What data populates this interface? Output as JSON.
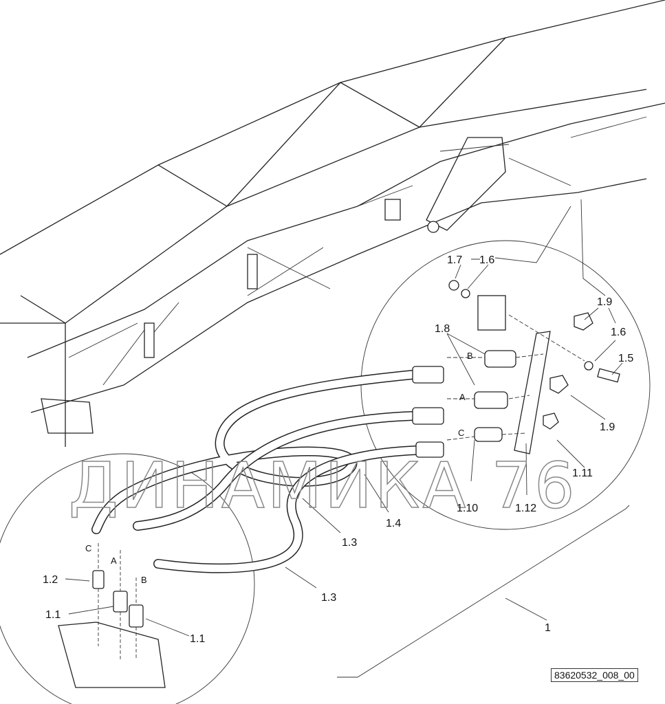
{
  "diagram": {
    "callouts": {
      "c1_7": "1.7",
      "c1_6a": "1.6",
      "c1_9a": "1.9",
      "c1_6b": "1.6",
      "c1_5": "1.5",
      "c1_8": "1.8",
      "c1_9b": "1.9",
      "c1_11": "1.11",
      "c1_10": "1.10",
      "c1_12": "1.12",
      "c1_4": "1.4",
      "c1_3a": "1.3",
      "c1_3b": "1.3",
      "c1": "1",
      "c1_2": "1.2",
      "c1_1a": "1.1",
      "c1_1b": "1.1"
    },
    "ports": {
      "upper_b": "B",
      "upper_a": "A",
      "upper_c": "C",
      "lower_c": "C",
      "lower_a": "A",
      "lower_b": "B"
    },
    "watermark": "ДИНАМИКА 76",
    "drawing_id": "83620532_008_00"
  }
}
